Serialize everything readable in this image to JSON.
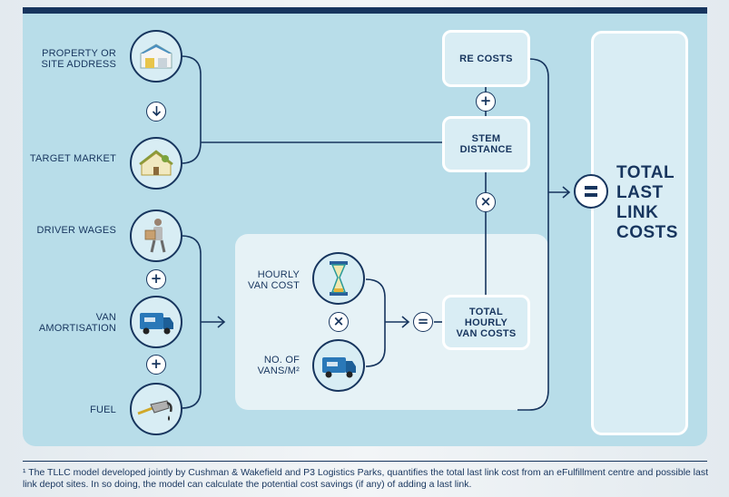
{
  "inputs": {
    "property": "PROPERTY OR SITE ADDRESS",
    "target": "TARGET MARKET",
    "wages": "DRIVER WAGES",
    "van": "VAN AMORTISATION",
    "fuel": "FUEL",
    "hourly_van_cost": "HOURLY VAN COST",
    "vans_per_m2": "NO. OF VANS/M²"
  },
  "operators": {
    "plus": "+",
    "times": "×",
    "equals": "="
  },
  "boxes": {
    "re_costs": "RE COSTS",
    "stem_distance": "STEM DISTANCE",
    "total_hourly": "TOTAL HOURLY VAN COSTS"
  },
  "result": "TOTAL LAST LINK COSTS",
  "footnote": "¹ The TLLC model developed jointly by Cushman & Wakefield and P3 Logistics Parks, quantifies the total last link cost from an eFulfillment centre and possible last link depot sites. In so doing, the model can calculate the potential cost savings (if any) of adding a last link.",
  "colors": {
    "navy": "#17355e",
    "panel": "#b8dde9",
    "box": "#d9edf4",
    "white": "#ffffff"
  },
  "icons": [
    "warehouse-icon",
    "arrow-down-icon",
    "house-icon",
    "delivery-man-icon",
    "van-icon",
    "fuel-nozzle-icon",
    "hourglass-icon",
    "vans-icon"
  ]
}
